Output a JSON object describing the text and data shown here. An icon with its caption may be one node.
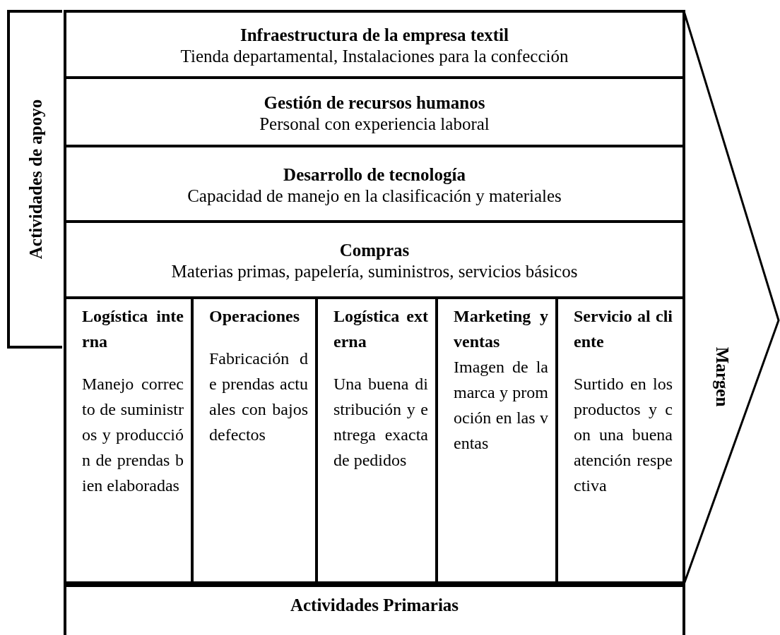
{
  "diagram": {
    "nodes": [
      {
        "text": [
          "Actividades de apoyo"
        ]
      },
      {
        "text": [
          "Infraestructura de la empresa textil",
          "Tienda departamental, Instalaciones para la confección"
        ]
      },
      {
        "text": [
          "Gestión de recursos humanos",
          "Personal con experiencia laboral"
        ]
      },
      {
        "text": [
          "Desarrollo de tecnología",
          "Capacidad de manejo en la clasificación y materiales"
        ]
      },
      {
        "text": [
          "Compras",
          "Materias primas, papelería, suministros, servicios básicos"
        ]
      },
      {
        "text": [
          "Logística interna",
          "Manejo correcto de suministros y producción de prendas bien elaboradas"
        ]
      },
      {
        "text": [
          "Operaciones",
          "Fabricación de prendas actuales con bajos defectos"
        ]
      },
      {
        "text": [
          "Logística externa",
          "Una buena distribución y entrega exacta de pedidos"
        ]
      },
      {
        "text": [
          "Marketing y ventas",
          "Imagen de la marca y promoción en las ventas"
        ]
      },
      {
        "text": [
          "Servicio al cliente",
          "Surtido en los productos y con una buena atención respectiva"
        ]
      },
      {
        "text": [
          "Actividades Primarias"
        ]
      },
      {
        "text": [
          "Margen"
        ]
      }
    ]
  }
}
